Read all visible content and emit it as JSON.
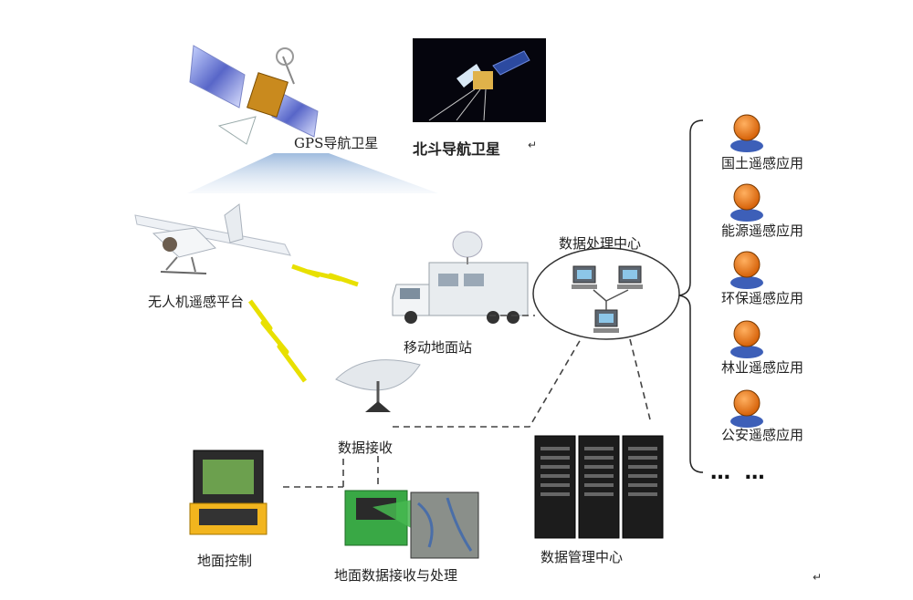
{
  "labels": {
    "gps": "GPS导航卫星",
    "beidou": "北斗导航卫星",
    "uav": "无人机遥感平台",
    "mobile_station": "移动地面站",
    "data_center": "数据处理中心",
    "receive": "数据接收",
    "ground_control": "地面控制",
    "ground_receive": "地面数据接收与处理",
    "data_management": "数据管理中心"
  },
  "applications": [
    {
      "label": "国土遥感应用"
    },
    {
      "label": "能源遥感应用"
    },
    {
      "label": "环保遥感应用"
    },
    {
      "label": "林业遥感应用"
    },
    {
      "label": "公安遥感应用"
    }
  ],
  "ellipsis": "… …",
  "return_mark": "↵",
  "colors": {
    "person_head": "#e2720d",
    "person_body": "#3d5fb8",
    "link_yellow": "#e8e000",
    "dashed": "#444444",
    "server": "#1c1c1c"
  }
}
